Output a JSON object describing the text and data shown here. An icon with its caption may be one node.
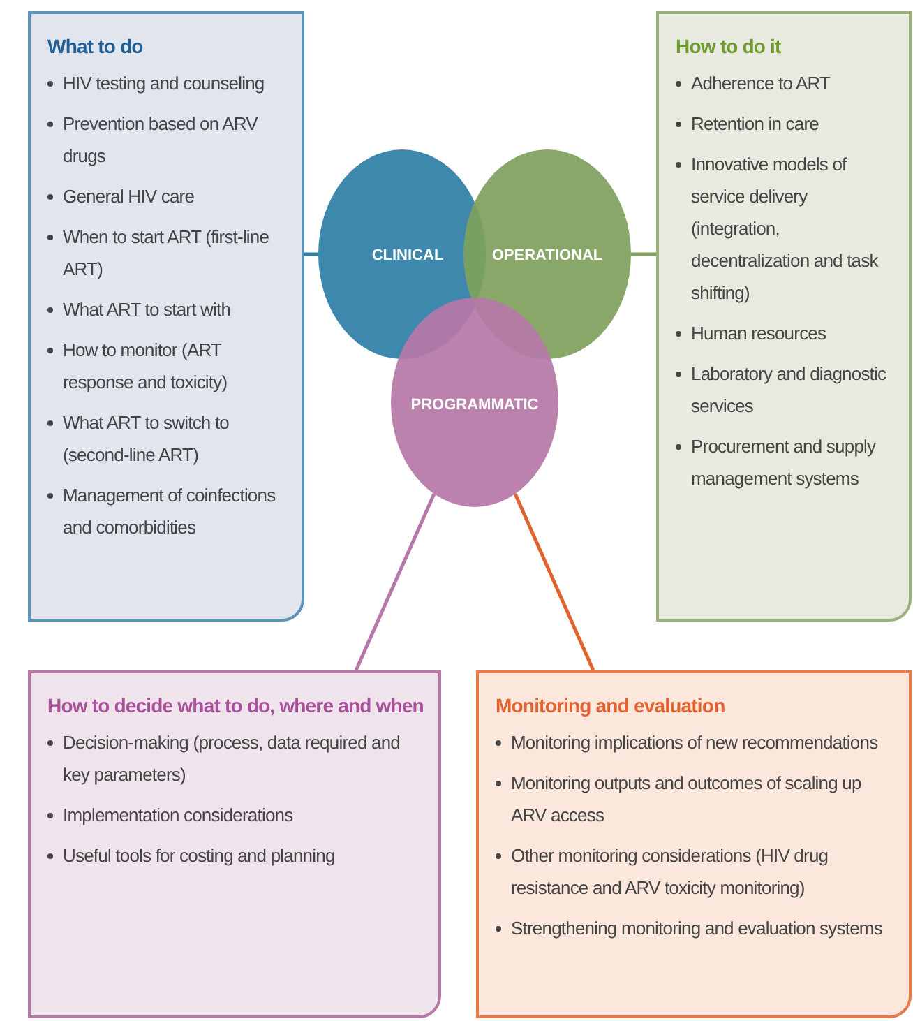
{
  "diagram": {
    "nodes": [
      {
        "text": [
          "What to do",
          "HIV testing and counseling",
          "Prevention based on ARV drugs",
          "General HIV care",
          "When to start ART (first-line ART)",
          "What ART to start with",
          "How to monitor (ART response and toxicity)",
          "What ART to switch to (second-line ART)",
          "Management of coinfections and comorbidities"
        ]
      },
      {
        "text": [
          "How to do it",
          "Adherence to ART",
          "Retention in care",
          "Innovative models of service delivery (integration, decentralization and task shifting)",
          "Human resources",
          "Laboratory and diagnostic services",
          "Procurement and supply management systems"
        ]
      },
      {
        "text": [
          "How to decide what to do, where and when",
          "Decision-making (process, data required and key parameters)",
          "Implementation considerations",
          "Useful tools for costing and planning"
        ]
      },
      {
        "text": [
          "Monitoring and evaluation",
          "Monitoring implications of new recommendations",
          "Monitoring outputs and outcomes of scaling up ARV access",
          "Other monitoring considerations (HIV drug resistance and ARV toxicity monitoring)",
          "Strengthening monitoring and evaluation systems"
        ]
      },
      {
        "text": [
          "CLINICAL"
        ]
      },
      {
        "text": [
          "OPERATIONAL"
        ]
      },
      {
        "text": [
          "PROGRAMMATIC"
        ]
      }
    ],
    "edges": [
      {
        "from": 4,
        "to": 0,
        "arrow": "none",
        "color": "#2e7fa6"
      },
      {
        "from": 5,
        "to": 1,
        "arrow": "none",
        "color": "#7fa05d"
      },
      {
        "from": 6,
        "to": 2,
        "arrow": "none",
        "color": "#b678a8"
      },
      {
        "from": 6,
        "to": 3,
        "arrow": "none",
        "color": "#e0622f"
      }
    ]
  }
}
